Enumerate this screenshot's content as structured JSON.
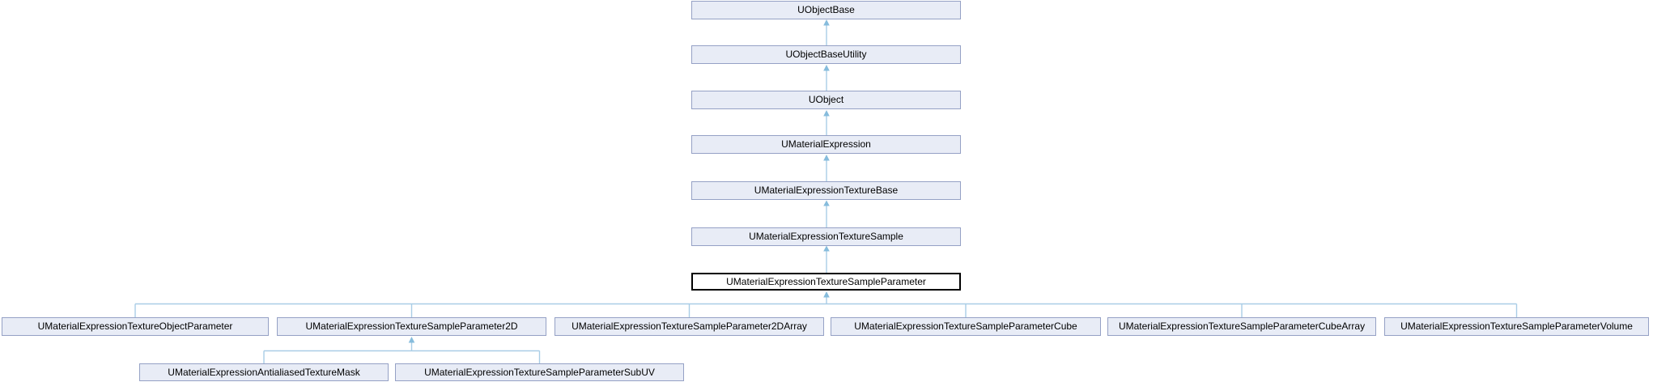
{
  "diagram": {
    "type": "class-inheritance-graph",
    "current_class": "UMaterialExpressionTextureSampleParameter",
    "nodes": {
      "uobjectbase": {
        "label": "UObjectBase"
      },
      "uobjectbaseutility": {
        "label": "UObjectBaseUtility"
      },
      "uobject": {
        "label": "UObject"
      },
      "umaterialexpression": {
        "label": "UMaterialExpression"
      },
      "texturebase": {
        "label": "UMaterialExpressionTextureBase"
      },
      "texturesample": {
        "label": "UMaterialExpressionTextureSample"
      },
      "texturesampleparameter": {
        "label": "UMaterialExpressionTextureSampleParameter"
      },
      "textureobjectparameter": {
        "label": "UMaterialExpressionTextureObjectParameter"
      },
      "param2d": {
        "label": "UMaterialExpressionTextureSampleParameter2D"
      },
      "param2darray": {
        "label": "UMaterialExpressionTextureSampleParameter2DArray"
      },
      "paramcube": {
        "label": "UMaterialExpressionTextureSampleParameterCube"
      },
      "paramcubearray": {
        "label": "UMaterialExpressionTextureSampleParameterCubeArray"
      },
      "paramvolume": {
        "label": "UMaterialExpressionTextureSampleParameterVolume"
      },
      "antialiasedtexturemask": {
        "label": "UMaterialExpressionAntialiasedTextureMask"
      },
      "paramsubuv": {
        "label": "UMaterialExpressionTextureSampleParameterSubUV"
      }
    },
    "hierarchy": {
      "ancestor_chain": [
        "UObjectBase",
        "UObjectBaseUtility",
        "UObject",
        "UMaterialExpression",
        "UMaterialExpressionTextureBase",
        "UMaterialExpressionTextureSample",
        "UMaterialExpressionTextureSampleParameter"
      ],
      "children_of_current": [
        "UMaterialExpressionTextureObjectParameter",
        "UMaterialExpressionTextureSampleParameter2D",
        "UMaterialExpressionTextureSampleParameter2DArray",
        "UMaterialExpressionTextureSampleParameterCube",
        "UMaterialExpressionTextureSampleParameterCubeArray",
        "UMaterialExpressionTextureSampleParameterVolume"
      ],
      "children_of_param2d": [
        "UMaterialExpressionAntialiasedTextureMask",
        "UMaterialExpressionTextureSampleParameterSubUV"
      ]
    },
    "colors": {
      "node_fill": "#e8ecf6",
      "node_border": "#95a1c5",
      "current_node_fill": "#ffffff",
      "current_node_border": "#000000",
      "edge_line": "#a9cde6",
      "edge_arrowhead": "#86bcdc",
      "text": "#000000",
      "background": "#ffffff"
    }
  }
}
